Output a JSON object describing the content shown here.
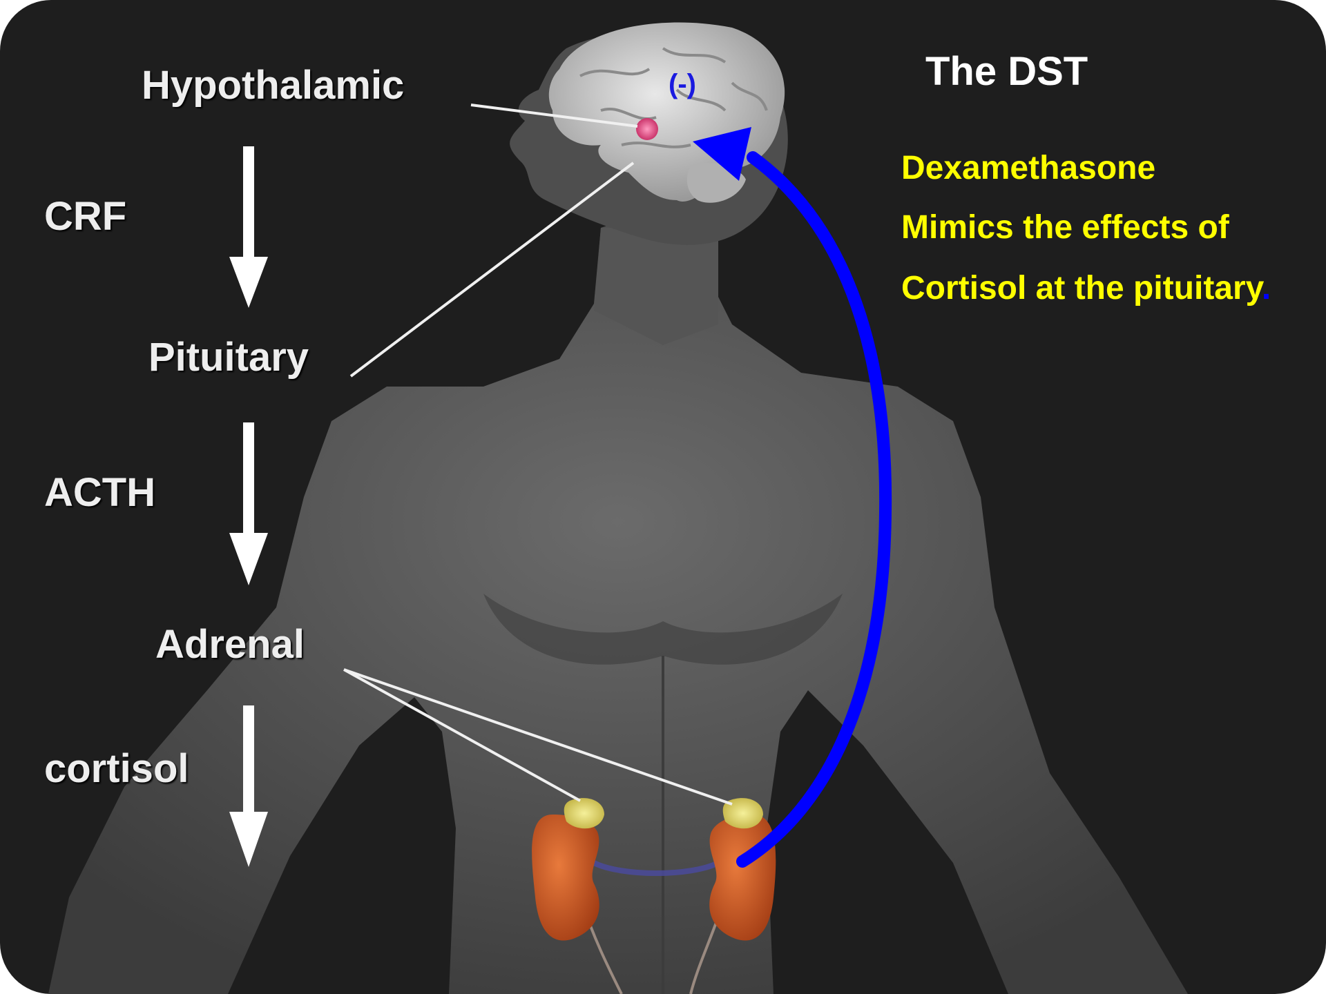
{
  "title": "The DST",
  "inhibition_mark": "(-)",
  "axis_stages": [
    "Hypothalamic",
    "Pituitary",
    "Adrenal"
  ],
  "hormones": [
    "CRF",
    "ACTH",
    "cortisol"
  ],
  "description": {
    "line1": "Dexamethasone",
    "line2": "Mimics the effects of",
    "line3": "Cortisol at the pituitary",
    "line3_end": "."
  },
  "colors": {
    "background": "#1e1e1e",
    "feedback_arrow": "#0000ff",
    "description_text": "#ffff00",
    "labels": "#eeeeee"
  }
}
